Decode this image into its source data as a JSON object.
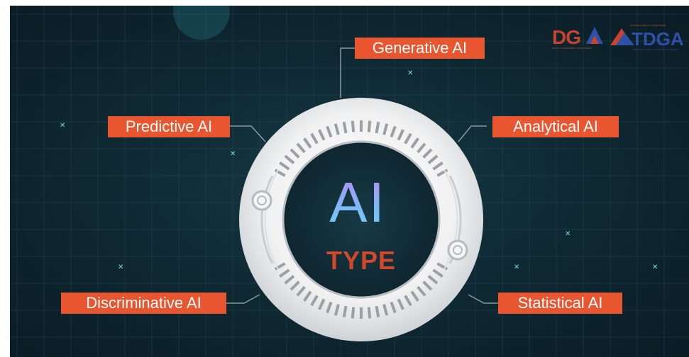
{
  "diagram": {
    "center": {
      "title": "AI",
      "subtitle": "TYPE"
    },
    "types": [
      {
        "id": "generative",
        "label": "Generative AI"
      },
      {
        "id": "predictive",
        "label": "Predictive AI"
      },
      {
        "id": "analytical",
        "label": "Analytical AI"
      },
      {
        "id": "discriminative",
        "label": "Discriminative AI"
      },
      {
        "id": "statistical",
        "label": "Statistical AI"
      }
    ]
  },
  "logos": {
    "dga": {
      "mark": "DGA",
      "caption": "DIGITAL GOVERNMENT DEVELOPMENT"
    },
    "tdga": {
      "mark": "TDGA",
      "thai_caption": "สถาบันพัฒนาบุคลากรภาครัฐด้านดิจิทัล",
      "caption": "THAILAND DIGITAL GOVERNMENT ACADEMY"
    }
  },
  "colors": {
    "label_bg": "#e8552e",
    "background": "#0f2a34",
    "ring": "#f2f2f2",
    "type_text": "#d2482a"
  }
}
